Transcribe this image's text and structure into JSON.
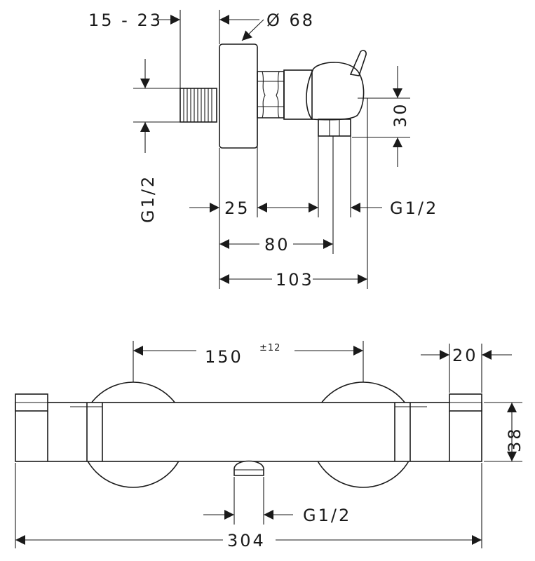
{
  "side_view": {
    "dim_inlet_range": "15 - 23",
    "dim_diameter": "Ø 68",
    "dim_thread_left": "G1/2",
    "dim_25": "25",
    "dim_thread_right": "G1/2",
    "dim_80": "80",
    "dim_103": "103",
    "dim_30": "30"
  },
  "front_view": {
    "dim_150": "150",
    "dim_150_tolerance": "±12",
    "dim_20": "20",
    "dim_38": "38",
    "dim_thread_outlet": "G1/2",
    "dim_304": "304"
  }
}
